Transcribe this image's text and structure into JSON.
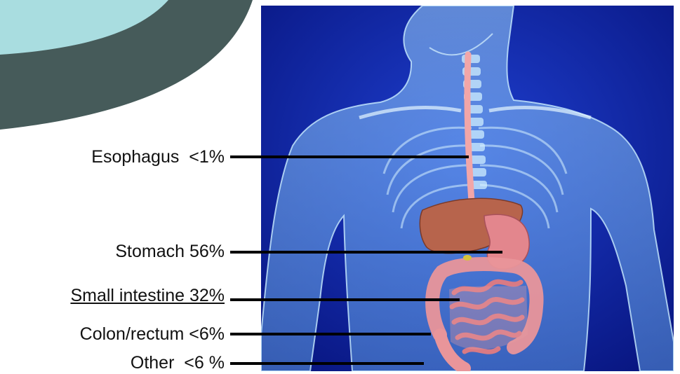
{
  "labels": [
    {
      "id": "esophagus",
      "text": "Esophagus  <1%"
    },
    {
      "id": "stomach",
      "text": "Stomach 56%"
    },
    {
      "id": "small-intestine",
      "text": "Small intestine 32%"
    },
    {
      "id": "colon-rectum",
      "text": "Colon/rectum <6%"
    },
    {
      "id": "other",
      "text": "Other  <6 %"
    }
  ],
  "colors": {
    "background": "#ffffff",
    "corner_dark": "#465b5a",
    "corner_light": "#a9dde0",
    "illustration_bg": "#0a1a9c",
    "leader_line": "#000000"
  }
}
